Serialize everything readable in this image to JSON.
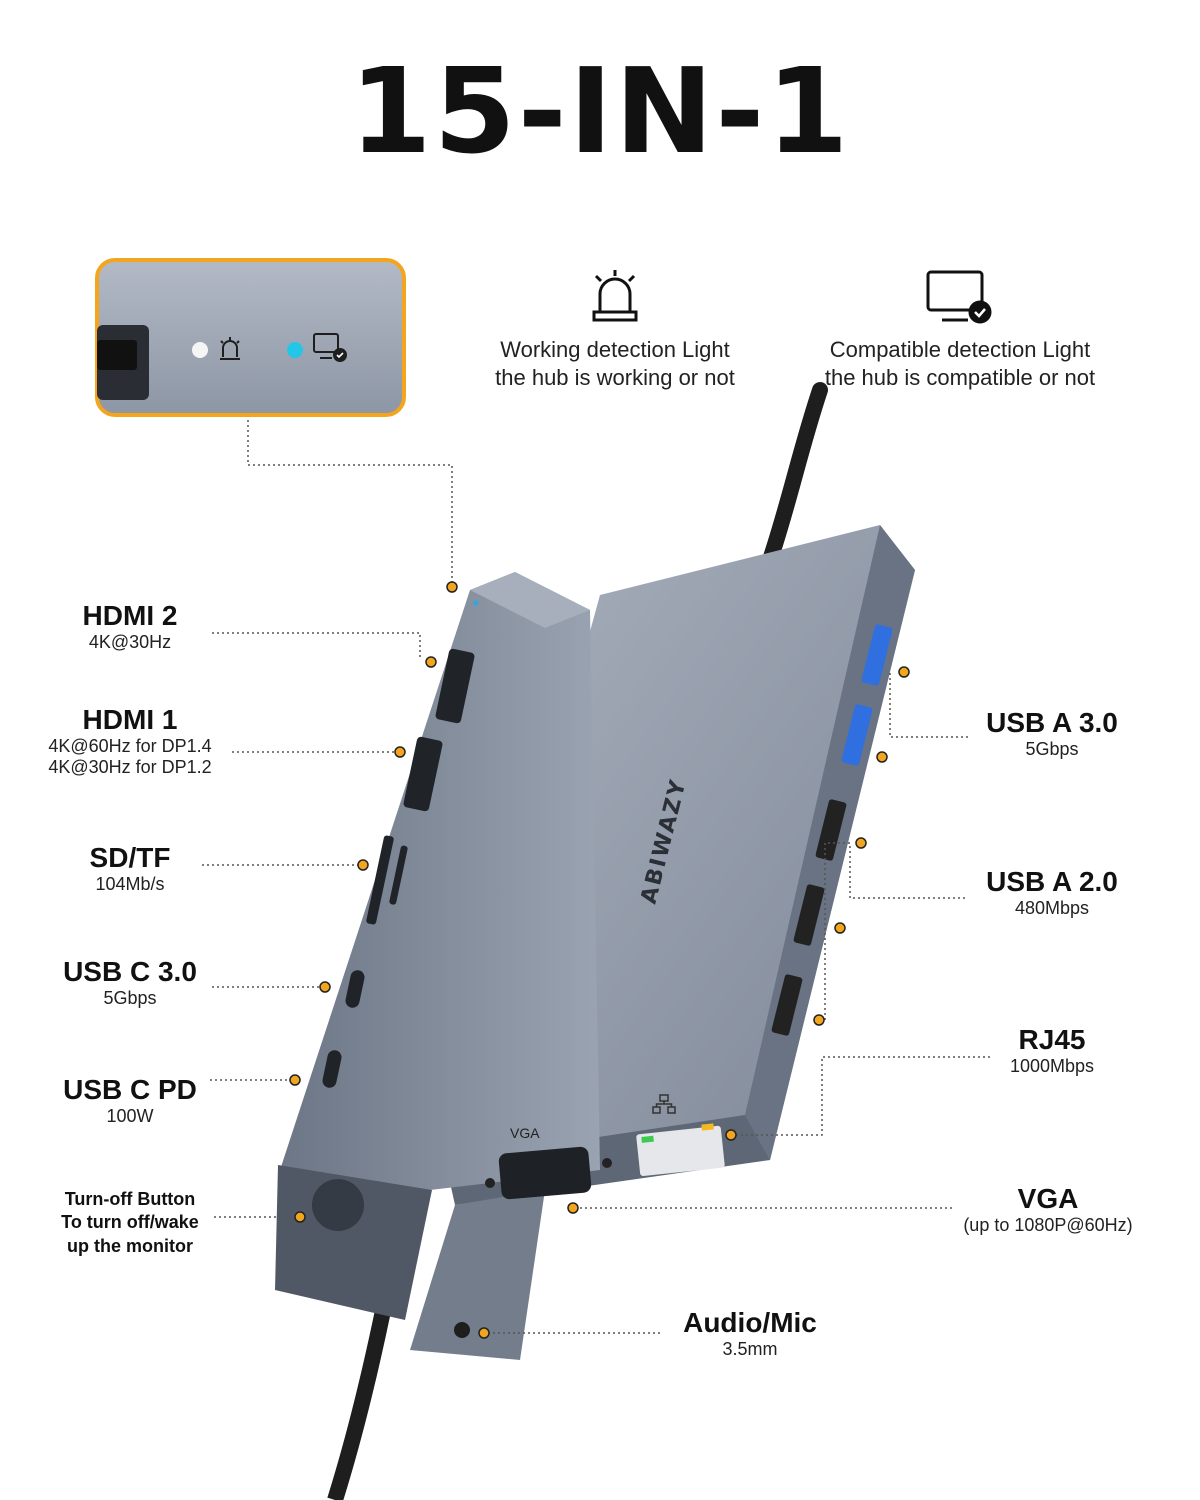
{
  "title": "15-IN-1",
  "brand": "ABIWAZY",
  "icons": {
    "working_light": "alarm-light-icon",
    "compatible_light": "monitor-check-icon",
    "ethernet": "network-icon"
  },
  "colors": {
    "accent_orange": "#F3A51E",
    "hub_body": "#8E97A6",
    "usb3_blue": "#2F6FE0",
    "led_cyan": "#22C7E8"
  },
  "indicators": {
    "working": {
      "line1": "Working detection Light",
      "line2": "the hub is working or not"
    },
    "compatible": {
      "line1": "Compatible detection Light",
      "line2": "the hub is compatible or not"
    }
  },
  "port_labels": {
    "vga": "VGA"
  },
  "ports_left": [
    {
      "name": "HDMI 2",
      "spec": "4K@30Hz"
    },
    {
      "name": "HDMI 1",
      "spec": "4K@60Hz for DP1.4",
      "spec2": "4K@30Hz for DP1.2"
    },
    {
      "name": "SD/TF",
      "spec": "104Mb/s"
    },
    {
      "name": "USB C 3.0",
      "spec": "5Gbps"
    },
    {
      "name": "USB C PD",
      "spec": "100W"
    },
    {
      "line1": "Turn-off Button",
      "line2": "To turn off/wake",
      "line3": "up the monitor"
    }
  ],
  "ports_right": [
    {
      "name": "USB A 3.0",
      "spec": "5Gbps"
    },
    {
      "name": "USB A 2.0",
      "spec": "480Mbps"
    },
    {
      "name": "RJ45",
      "spec": "1000Mbps"
    },
    {
      "name": "VGA",
      "spec": "(up to 1080P@60Hz)"
    }
  ],
  "ports_bottom": [
    {
      "name": "Audio/Mic",
      "spec": "3.5mm"
    }
  ]
}
